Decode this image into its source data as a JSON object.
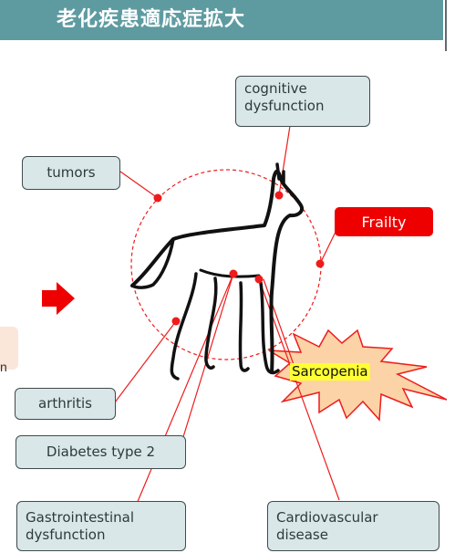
{
  "title": "老化疾患適応症拡大",
  "side_fragment": "n",
  "labels": {
    "cognitive": "cognitive\ndysfunction",
    "tumors": "tumors",
    "frailty": "Frailty",
    "sarcopenia": "Sarcopenia",
    "arthritis": "arthritis",
    "diabetes": "Diabetes type 2",
    "gastro": "Gastrointestinal\ndysfunction",
    "cardio": "Cardiovascular\ndisease"
  },
  "colors": {
    "title_bar": "#5e9ba1",
    "box_fill": "#d9e7e8",
    "connector": "#ee1c1c",
    "frailty_fill": "#ee0000",
    "starburst_fill": "#fbd3a6",
    "arrow": "#ee0000"
  },
  "icons": {
    "dog": "dog-silhouette-icon",
    "arrow": "right-arrow-icon"
  }
}
